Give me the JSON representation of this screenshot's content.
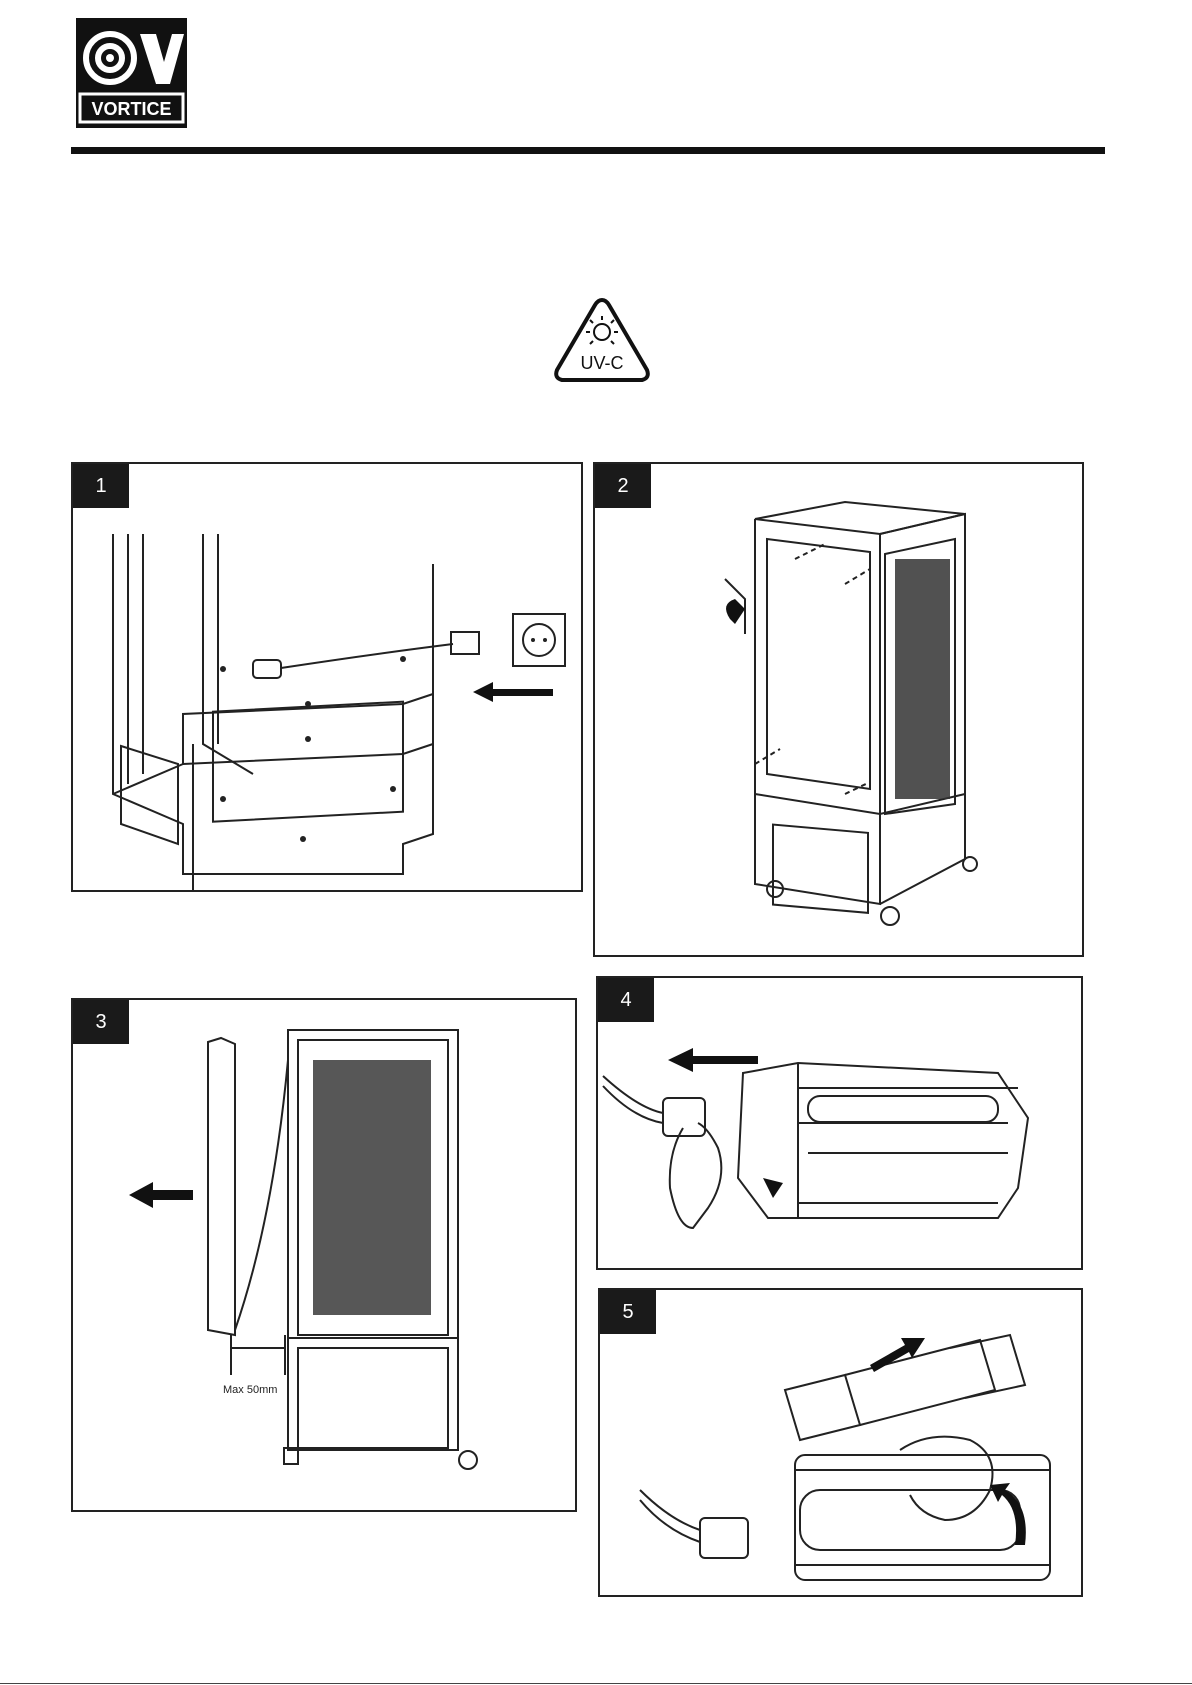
{
  "header": {
    "logo_text": "VORTICE"
  },
  "warning_symbol": {
    "label": "UV-C",
    "icon": "uv-c-warning-icon"
  },
  "steps": [
    {
      "number": "1",
      "illustration": "unplug-power-cord"
    },
    {
      "number": "2",
      "illustration": "unscrew-side-panel-screws"
    },
    {
      "number": "3",
      "illustration": "remove-side-panel"
    },
    {
      "number": "4",
      "illustration": "disconnect-lamp-connector"
    },
    {
      "number": "5",
      "illustration": "replace-uv-lamp"
    }
  ],
  "annotations": {
    "max_distance": "Max 50mm"
  }
}
